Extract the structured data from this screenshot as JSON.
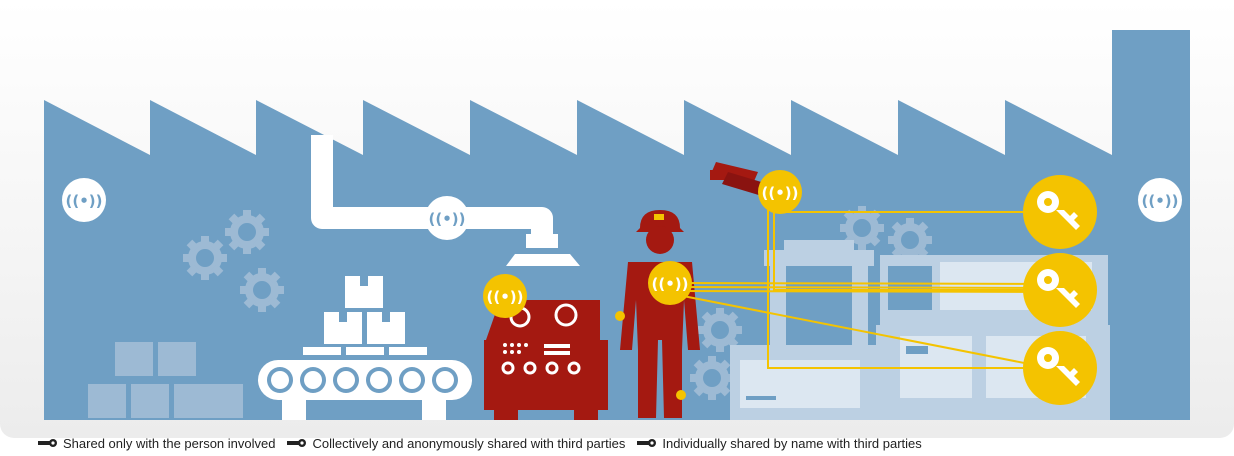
{
  "legend": {
    "items": [
      {
        "label": "Shared only with the person involved",
        "icon": "key-icon"
      },
      {
        "label": "Collectively and anonymously shared with third parties",
        "icon": "key-icon"
      },
      {
        "label": "Individually shared by name with third parties",
        "icon": "key-icon"
      }
    ]
  },
  "colors": {
    "factory_blue": "#6f9fc4",
    "light_blue": "#bcd0e3",
    "wifi_yellow": "#f4c300",
    "worker_red": "#a41911",
    "white": "#ffffff"
  },
  "wifi_glyph": "((•))"
}
